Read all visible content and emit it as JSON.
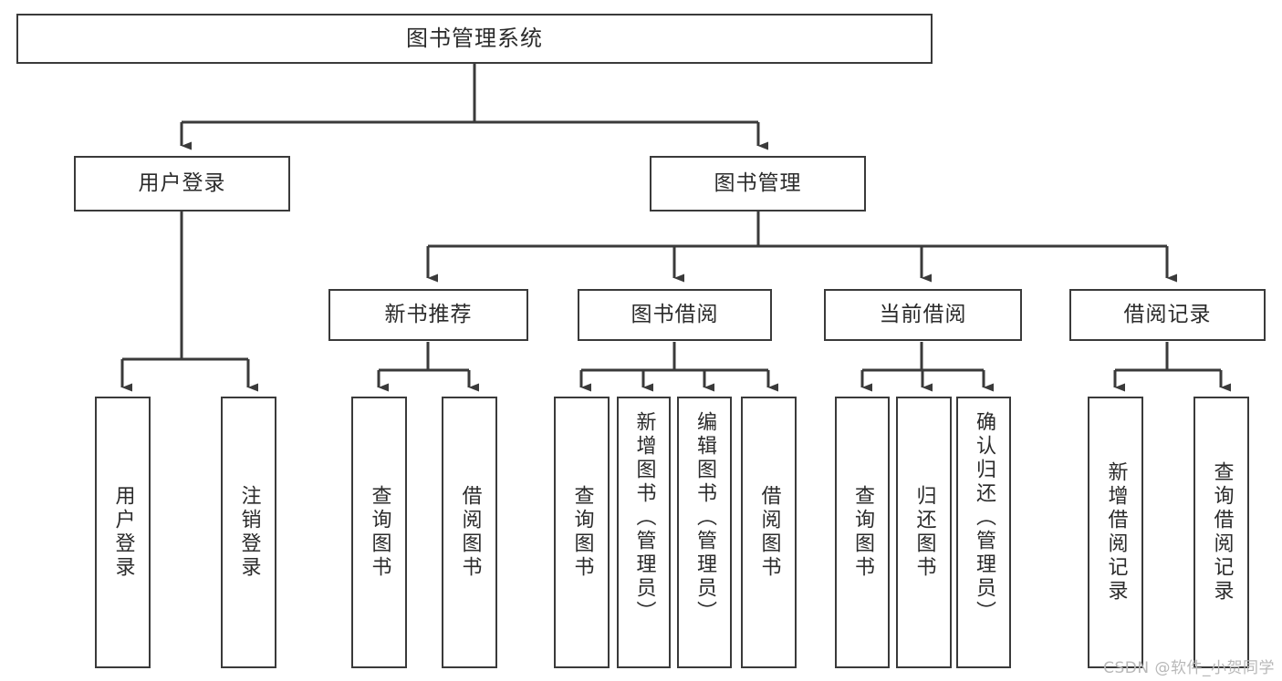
{
  "diagram": {
    "title": "图书管理系统",
    "type": "tree-hierarchy",
    "watermark": "CSDN @软件_小贺同学",
    "colors": {
      "box_border": "#3a3a3a",
      "box_fill": "#ffffff",
      "text": "#2b2b2b",
      "edge": "#3a3a3a",
      "watermark": "#b8b8b8",
      "background": "#ffffff"
    },
    "levels": {
      "root": "图书管理系统",
      "level2": [
        "用户登录",
        "图书管理"
      ],
      "level3": [
        "新书推荐",
        "图书借阅",
        "当前借阅",
        "借阅记录"
      ]
    },
    "nodes": {
      "root": {
        "label": "图书管理系统"
      },
      "user_login": {
        "label": "用户登录"
      },
      "book_manage": {
        "label": "图书管理"
      },
      "new_book_rec": {
        "label": "新书推荐"
      },
      "book_borrow": {
        "label": "图书借阅"
      },
      "current_borrow": {
        "label": "当前借阅"
      },
      "borrow_record": {
        "label": "借阅记录"
      },
      "leaf_user_login": {
        "label": "用户登录"
      },
      "leaf_user_logout": {
        "label": "注销登录"
      },
      "leaf_query_book_1": {
        "label": "查询图书"
      },
      "leaf_borrow_book_1": {
        "label": "借阅图书"
      },
      "leaf_query_book_2": {
        "label": "查询图书"
      },
      "leaf_add_book_admin": {
        "label": "新增图书（管理员）"
      },
      "leaf_edit_book_admin": {
        "label": "编辑图书（管理员）"
      },
      "leaf_borrow_book_2": {
        "label": "借阅图书"
      },
      "leaf_query_book_3": {
        "label": "查询图书"
      },
      "leaf_return_book": {
        "label": "归还图书"
      },
      "leaf_confirm_return_admin": {
        "label": "确认归还（管理员）"
      },
      "leaf_add_record": {
        "label": "新增借阅记录"
      },
      "leaf_query_record": {
        "label": "查询借阅记录"
      }
    },
    "edges": [
      {
        "from": "root",
        "to": "用户登录"
      },
      {
        "from": "root",
        "to": "图书管理"
      },
      {
        "from": "用户登录",
        "to": "用户登录(leaf)"
      },
      {
        "from": "用户登录",
        "to": "注销登录"
      },
      {
        "from": "图书管理",
        "to": "新书推荐"
      },
      {
        "from": "图书管理",
        "to": "图书借阅"
      },
      {
        "from": "图书管理",
        "to": "当前借阅"
      },
      {
        "from": "图书管理",
        "to": "借阅记录"
      },
      {
        "from": "新书推荐",
        "to": "查询图书"
      },
      {
        "from": "新书推荐",
        "to": "借阅图书"
      },
      {
        "from": "图书借阅",
        "to": "查询图书"
      },
      {
        "from": "图书借阅",
        "to": "新增图书（管理员）"
      },
      {
        "from": "图书借阅",
        "to": "编辑图书（管理员）"
      },
      {
        "from": "图书借阅",
        "to": "借阅图书"
      },
      {
        "from": "当前借阅",
        "to": "查询图书"
      },
      {
        "from": "当前借阅",
        "to": "归还图书"
      },
      {
        "from": "当前借阅",
        "to": "确认归还（管理员）"
      },
      {
        "from": "借阅记录",
        "to": "新增借阅记录"
      },
      {
        "from": "借阅记录",
        "to": "查询借阅记录"
      }
    ]
  }
}
